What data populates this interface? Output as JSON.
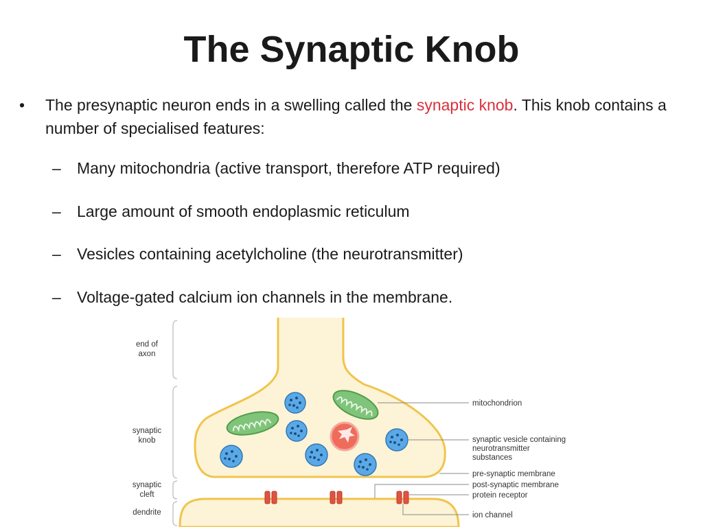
{
  "title": "The Synaptic Knob",
  "bullet": {
    "symbol": "•",
    "text_before": "The presynaptic neuron ends in a swelling called the ",
    "highlight": "synaptic knob",
    "text_after": ".  This knob contains a number of specialised features:"
  },
  "dash": "–",
  "sub_points": [
    "Many mitochondria (active transport, therefore ATP required)",
    "Large amount of smooth endoplasmic reticulum",
    "Vesicles containing acetylcholine (the neurotransmitter)",
    "Voltage-gated calcium ion channels in the membrane."
  ],
  "diagram": {
    "left_labels": {
      "end_of_axon": [
        "end of",
        "axon"
      ],
      "synaptic_knob": [
        "synaptic",
        "knob"
      ],
      "synaptic_cleft": [
        "synaptic",
        "cleft"
      ],
      "dendrite": "dendrite"
    },
    "right_labels": {
      "mitochondrion": "mitochondrion",
      "synaptic_vesicle": [
        "synaptic vesicle containing",
        "neurotransmitter",
        "substances"
      ],
      "pre_membrane": "pre-synaptic membrane",
      "post_membrane": "post-synaptic membrane",
      "protein_receptor": "protein receptor",
      "ion_channel": "ion channel"
    }
  },
  "colors": {
    "highlight": "#d9303a",
    "cytoplasm_fill": "#fdf3d6",
    "membrane": "#f0c44c",
    "vesicle_fill": "#5aa9e6",
    "mitochondrion_fill": "#7fc47a",
    "receptor_fill": "#e0543f"
  }
}
